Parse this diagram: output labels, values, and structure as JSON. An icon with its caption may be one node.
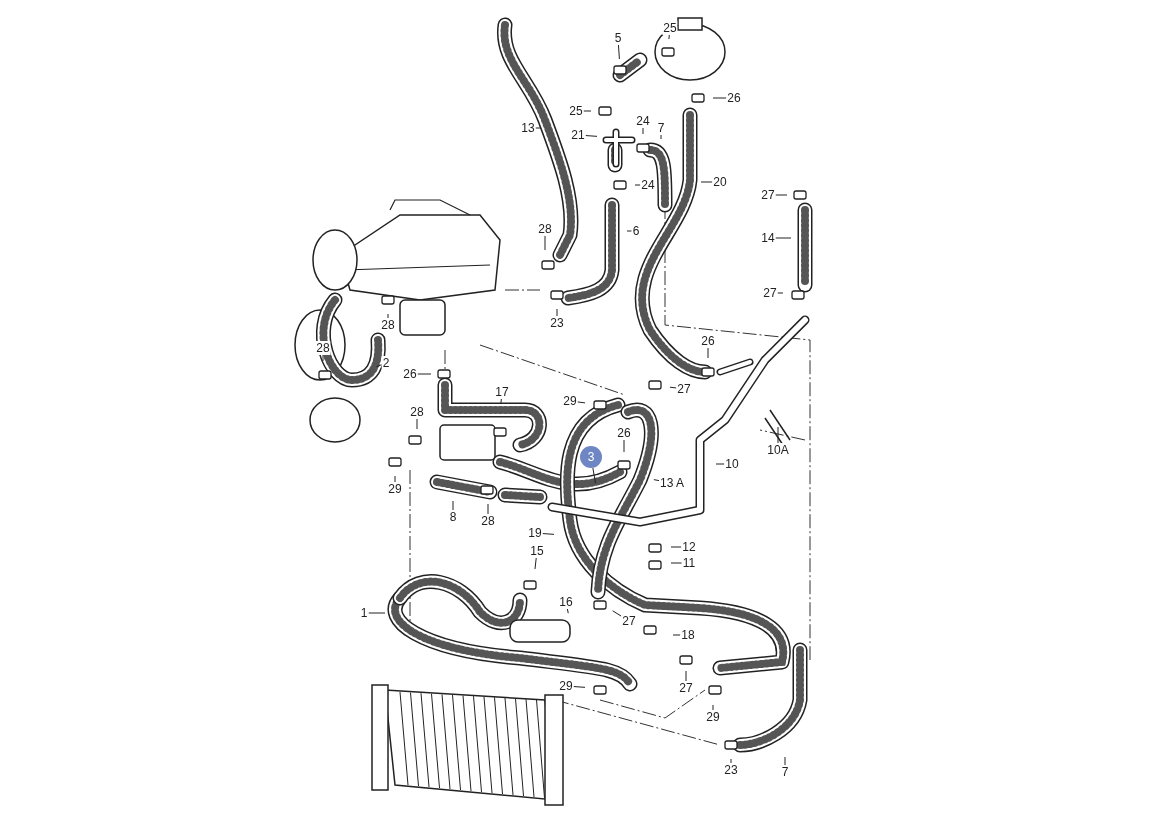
{
  "diagram": {
    "nodes": [
      {
        "text": [
          "25"
        ]
      },
      {
        "text": [
          "5"
        ]
      },
      {
        "text": [
          "26"
        ]
      },
      {
        "text": [
          "25"
        ]
      },
      {
        "text": [
          "24"
        ]
      },
      {
        "text": [
          "7"
        ]
      },
      {
        "text": [
          "21"
        ]
      },
      {
        "text": [
          "13"
        ]
      },
      {
        "text": [
          "20"
        ]
      },
      {
        "text": [
          "24"
        ]
      },
      {
        "text": [
          "27"
        ]
      },
      {
        "text": [
          "6"
        ]
      },
      {
        "text": [
          "14"
        ]
      },
      {
        "text": [
          "28"
        ]
      },
      {
        "text": [
          "27"
        ]
      },
      {
        "text": [
          "23"
        ]
      },
      {
        "text": [
          "28"
        ]
      },
      {
        "text": [
          "2"
        ]
      },
      {
        "text": [
          "28"
        ]
      },
      {
        "text": [
          "26"
        ]
      },
      {
        "text": [
          "26"
        ]
      },
      {
        "text": [
          "17"
        ]
      },
      {
        "text": [
          "27"
        ]
      },
      {
        "text": [
          "29"
        ]
      },
      {
        "text": [
          "28"
        ]
      },
      {
        "text": [
          "26"
        ]
      },
      {
        "text": [
          "10A"
        ]
      },
      {
        "text": [
          "3"
        ]
      },
      {
        "text": [
          "13 A"
        ]
      },
      {
        "text": [
          "10"
        ]
      },
      {
        "text": [
          "29"
        ]
      },
      {
        "text": [
          "8"
        ]
      },
      {
        "text": [
          "28"
        ]
      },
      {
        "text": [
          "19"
        ]
      },
      {
        "text": [
          "12"
        ]
      },
      {
        "text": [
          "15"
        ]
      },
      {
        "text": [
          "11"
        ]
      },
      {
        "text": [
          "16"
        ]
      },
      {
        "text": [
          "27"
        ]
      },
      {
        "text": [
          "1"
        ]
      },
      {
        "text": [
          "18"
        ]
      },
      {
        "text": [
          "27"
        ]
      },
      {
        "text": [
          "29"
        ]
      },
      {
        "text": [
          "29"
        ]
      },
      {
        "text": [
          "23"
        ]
      },
      {
        "text": [
          "7"
        ]
      }
    ],
    "edges": [
      {
        "from": 0,
        "to": null,
        "arrow": "none"
      },
      {
        "from": 1,
        "to": null,
        "arrow": "none"
      },
      {
        "from": 2,
        "to": null,
        "arrow": "none"
      },
      {
        "from": 3,
        "to": null,
        "arrow": "none"
      },
      {
        "from": 4,
        "to": null,
        "arrow": "none"
      },
      {
        "from": 5,
        "to": null,
        "arrow": "none"
      },
      {
        "from": 6,
        "to": null,
        "arrow": "none"
      },
      {
        "from": 7,
        "to": null,
        "arrow": "none"
      },
      {
        "from": 8,
        "to": null,
        "arrow": "none"
      },
      {
        "from": 9,
        "to": null,
        "arrow": "none"
      },
      {
        "from": 10,
        "to": null,
        "arrow": "none"
      },
      {
        "from": 11,
        "to": null,
        "arrow": "none"
      },
      {
        "from": 12,
        "to": null,
        "arrow": "none"
      },
      {
        "from": 13,
        "to": null,
        "arrow": "none"
      },
      {
        "from": 14,
        "to": null,
        "arrow": "none"
      },
      {
        "from": 15,
        "to": null,
        "arrow": "none"
      },
      {
        "from": 16,
        "to": null,
        "arrow": "none"
      },
      {
        "from": 17,
        "to": null,
        "arrow": "none"
      },
      {
        "from": 18,
        "to": null,
        "arrow": "none"
      },
      {
        "from": 19,
        "to": null,
        "arrow": "none"
      },
      {
        "from": 20,
        "to": null,
        "arrow": "none"
      },
      {
        "from": 21,
        "to": null,
        "arrow": "none"
      },
      {
        "from": 22,
        "to": null,
        "arrow": "none"
      },
      {
        "from": 23,
        "to": null,
        "arrow": "none"
      },
      {
        "from": 24,
        "to": null,
        "arrow": "none"
      },
      {
        "from": 25,
        "to": null,
        "arrow": "none"
      },
      {
        "from": 26,
        "to": null,
        "arrow": "none"
      },
      {
        "from": 27,
        "to": null,
        "arrow": "none"
      },
      {
        "from": 28,
        "to": null,
        "arrow": "none"
      },
      {
        "from": 29,
        "to": null,
        "arrow": "none"
      },
      {
        "from": 30,
        "to": null,
        "arrow": "none"
      },
      {
        "from": 31,
        "to": null,
        "arrow": "none"
      },
      {
        "from": 32,
        "to": null,
        "arrow": "none"
      },
      {
        "from": 33,
        "to": null,
        "arrow": "none"
      },
      {
        "from": 34,
        "to": null,
        "arrow": "none"
      },
      {
        "from": 35,
        "to": null,
        "arrow": "none"
      },
      {
        "from": 36,
        "to": null,
        "arrow": "none"
      },
      {
        "from": 37,
        "to": null,
        "arrow": "none"
      },
      {
        "from": 38,
        "to": null,
        "arrow": "none"
      },
      {
        "from": 39,
        "to": null,
        "arrow": "none"
      },
      {
        "from": 40,
        "to": null,
        "arrow": "none"
      },
      {
        "from": 41,
        "to": null,
        "arrow": "none"
      },
      {
        "from": 42,
        "to": null,
        "arrow": "none"
      },
      {
        "from": 43,
        "to": null,
        "arrow": "none"
      },
      {
        "from": 44,
        "to": null,
        "arrow": "none"
      },
      {
        "from": 45,
        "to": null,
        "arrow": "none"
      }
    ]
  }
}
